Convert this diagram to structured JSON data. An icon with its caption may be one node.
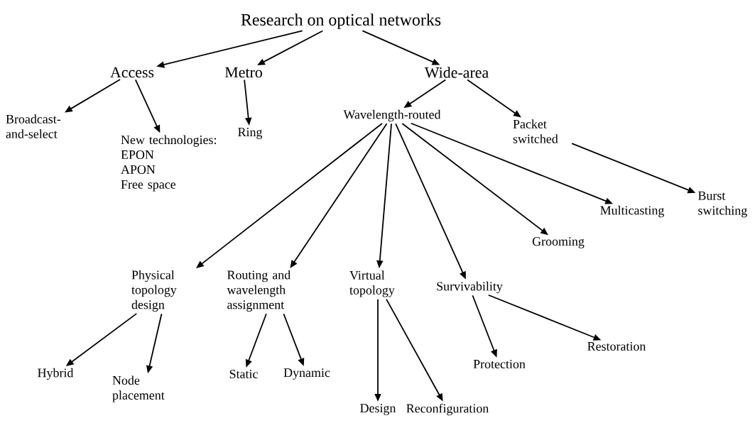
{
  "diagram": {
    "nodes": [
      {
        "text": [
          "Research on optical networks"
        ]
      },
      {
        "text": [
          "Access"
        ]
      },
      {
        "text": [
          "Metro"
        ]
      },
      {
        "text": [
          "Wide-area"
        ]
      },
      {
        "text": [
          "Broadcast-and-select"
        ]
      },
      {
        "text": [
          "New technologies:",
          "EPON",
          "APON",
          "Free space"
        ]
      },
      {
        "text": [
          "Ring"
        ]
      },
      {
        "text": [
          "Wavelength-routed"
        ]
      },
      {
        "text": [
          "Packet switched"
        ]
      },
      {
        "text": [
          "Burst switching"
        ]
      },
      {
        "text": [
          "Physical topology design"
        ]
      },
      {
        "text": [
          "Routing and wavelength assignment"
        ]
      },
      {
        "text": [
          "Virtual topology"
        ]
      },
      {
        "text": [
          "Survivability"
        ]
      },
      {
        "text": [
          "Grooming"
        ]
      },
      {
        "text": [
          "Multicasting"
        ]
      },
      {
        "text": [
          "Hybrid"
        ]
      },
      {
        "text": [
          "Node placement"
        ]
      },
      {
        "text": [
          "Static"
        ]
      },
      {
        "text": [
          "Dynamic"
        ]
      },
      {
        "text": [
          "Design"
        ]
      },
      {
        "text": [
          "Reconfiguration"
        ]
      },
      {
        "text": [
          "Protection"
        ]
      },
      {
        "text": [
          "Restoration"
        ]
      }
    ],
    "edges": [
      {
        "from": 0,
        "to": 1,
        "arrow": "to"
      },
      {
        "from": 0,
        "to": 2,
        "arrow": "to"
      },
      {
        "from": 0,
        "to": 3,
        "arrow": "to"
      },
      {
        "from": 1,
        "to": 4,
        "arrow": "to"
      },
      {
        "from": 1,
        "to": 5,
        "arrow": "to"
      },
      {
        "from": 2,
        "to": 6,
        "arrow": "to"
      },
      {
        "from": 3,
        "to": 7,
        "arrow": "to"
      },
      {
        "from": 3,
        "to": 8,
        "arrow": "to"
      },
      {
        "from": 8,
        "to": 9,
        "arrow": "to"
      },
      {
        "from": 7,
        "to": 10,
        "arrow": "to"
      },
      {
        "from": 7,
        "to": 11,
        "arrow": "to"
      },
      {
        "from": 7,
        "to": 12,
        "arrow": "to"
      },
      {
        "from": 7,
        "to": 13,
        "arrow": "to"
      },
      {
        "from": 7,
        "to": 14,
        "arrow": "to"
      },
      {
        "from": 7,
        "to": 15,
        "arrow": "to"
      },
      {
        "from": 10,
        "to": 16,
        "arrow": "to"
      },
      {
        "from": 10,
        "to": 17,
        "arrow": "to"
      },
      {
        "from": 11,
        "to": 18,
        "arrow": "to"
      },
      {
        "from": 11,
        "to": 19,
        "arrow": "to"
      },
      {
        "from": 12,
        "to": 20,
        "arrow": "to"
      },
      {
        "from": 12,
        "to": 21,
        "arrow": "to"
      },
      {
        "from": 13,
        "to": 22,
        "arrow": "to"
      },
      {
        "from": 13,
        "to": 23,
        "arrow": "to"
      }
    ]
  }
}
